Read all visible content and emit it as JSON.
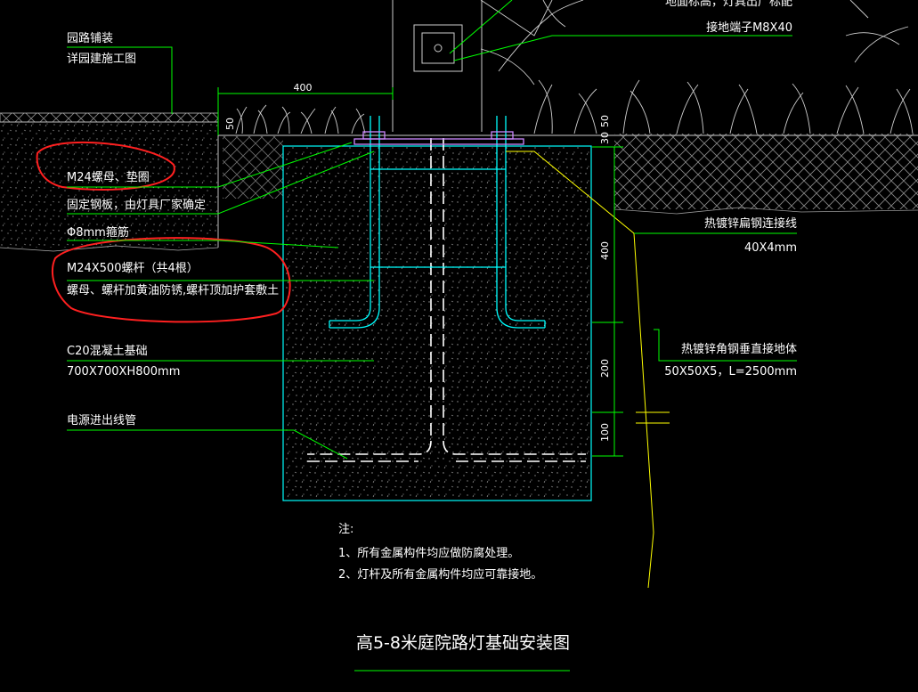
{
  "drawing_title": "高5-8米庭院路灯基础安装图",
  "labels": {
    "paving_line1": "园路铺装",
    "paving_line2": "详园建施工图",
    "bolt_nut": "M24螺母、垫圈",
    "plate": "固定钢板，由灯具厂家确定",
    "rebar": "Φ8mm箍筋",
    "bolt_line1": "M24X500螺杆（共4根）",
    "bolt_line2": "螺母、螺杆加黄油防锈,螺杆顶加护套敷土",
    "concrete_line1": "C20混凝土基础",
    "concrete_line2": "700X700XH800mm",
    "conduit": "电源进出线管",
    "top_cut": "地面标高，灯具出厂标配",
    "terminal": "接地端子M8X40",
    "flat_steel_line1": "热镀锌扁钢连接线",
    "flat_steel_line2": "40X4mm",
    "angle_steel_line1": "热镀锌角钢垂直接地体",
    "angle_steel_line2": "50X50X5，L=2500mm"
  },
  "dimensions": {
    "top_width": "400",
    "top_step": "50",
    "v_30": "30",
    "v_50": "50",
    "v_400": "400",
    "v_200": "200",
    "v_100": "100"
  },
  "notes": {
    "heading": "注:",
    "items": [
      "1、所有金属构件均应做防腐处理。",
      "2、灯杆及所有金属构件均应可靠接地。"
    ]
  },
  "colors": {
    "background": "#000000",
    "text": "#ffffff",
    "leader": "#00ff00",
    "outline": "#00ffff",
    "markup": "#ff2020",
    "ground_wire": "#ffff00"
  }
}
